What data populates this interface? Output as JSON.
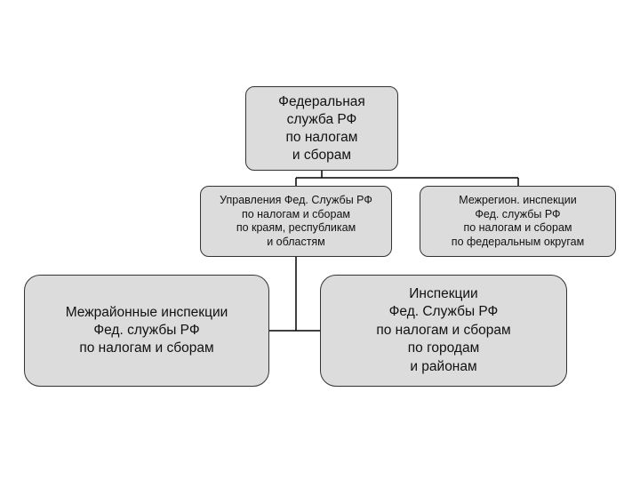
{
  "diagram": {
    "nodes": [
      {
        "id": "root",
        "text": "Федеральная\nслужба РФ\nпо налогам\nи сборам"
      },
      {
        "id": "left-mid",
        "text": "Управления Фед. Службы РФ\nпо налогам и сборам\nпо краям, республикам\nи областям"
      },
      {
        "id": "right-mid",
        "text": "Межрегион. инспекции\nФед. службы РФ\nпо налогам и сборам\nпо федеральным округам"
      },
      {
        "id": "left-bottom",
        "text": "Межрайонные инспекции\nФед. службы РФ\nпо налогам и сборам"
      },
      {
        "id": "right-bottom",
        "text": "Инспекции\nФед. Службы РФ\nпо налогам и сборам\nпо городам\nи районам"
      }
    ],
    "edges": [
      {
        "from": "root",
        "to": "left-mid"
      },
      {
        "from": "root",
        "to": "right-mid"
      },
      {
        "from": "left-mid",
        "to": "left-bottom"
      },
      {
        "from": "left-mid",
        "to": "right-bottom"
      }
    ]
  },
  "colors": {
    "box_fill": "#dcdcdc",
    "box_border": "#333333",
    "line": "#000000",
    "text": "#111111"
  }
}
